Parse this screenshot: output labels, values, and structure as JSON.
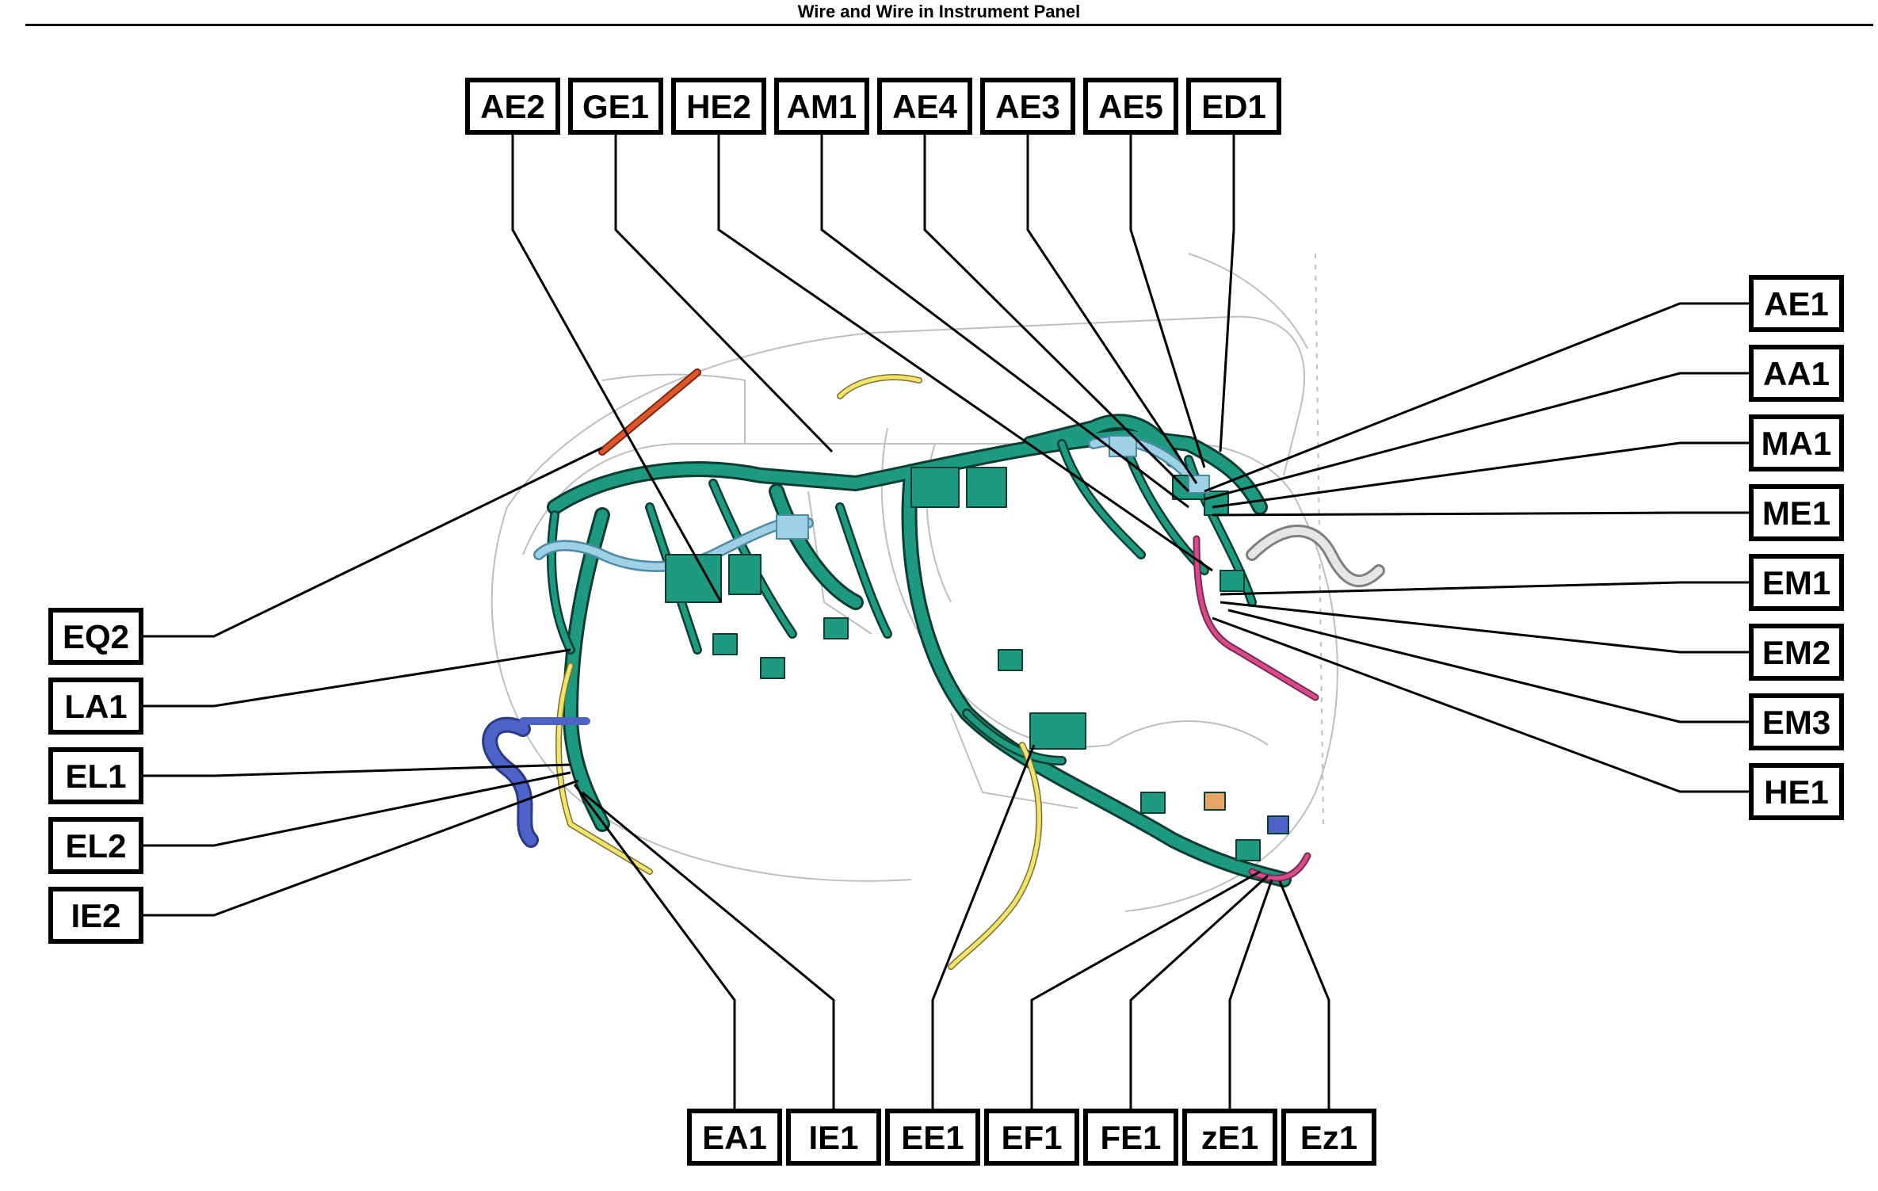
{
  "title": "Wire and Wire in Instrument Panel",
  "colors": {
    "wire_main": "#1e9a80",
    "wire_light_blue": "#9ed0e6",
    "wire_yellow": "#f2e36b",
    "wire_pink": "#d94a8c",
    "wire_orange": "#e0552a",
    "wire_blue": "#4d63c7",
    "outline": "#bfbfbf",
    "leader": "#000000"
  },
  "labels": {
    "top": [
      "AE2",
      "GE1",
      "HE2",
      "AM1",
      "AE4",
      "AE3",
      "AE5",
      "ED1"
    ],
    "right": [
      "AE1",
      "AA1",
      "MA1",
      "ME1",
      "EM1",
      "EM2",
      "EM3",
      "HE1"
    ],
    "left": [
      "EQ2",
      "LA1",
      "EL1",
      "EL2",
      "IE2"
    ],
    "bottom": [
      "EA1",
      "IE1",
      "EE1",
      "EF1",
      "FE1",
      "zE1",
      "Ez1"
    ]
  }
}
